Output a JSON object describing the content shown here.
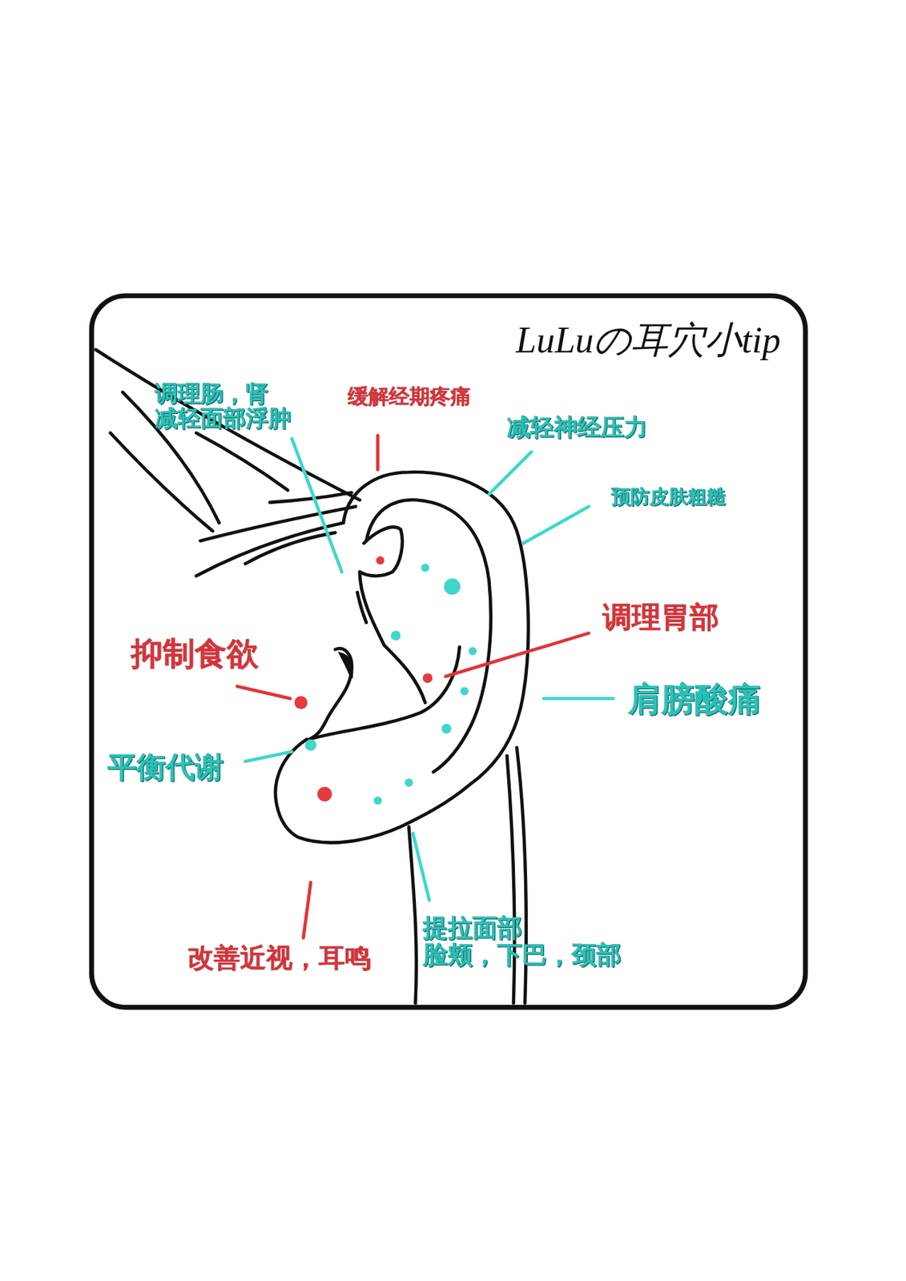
{
  "diagram": {
    "title": "LuLuの耳穴小tip",
    "labels": [
      "调理肠，肾 减轻面部浮肿",
      "缓解经期疼痛",
      "减轻神经压力",
      "预防皮肤粗糙",
      "调理胃部",
      "抑制食欲",
      "肩膀酸痛",
      "平衡代谢",
      "改善近视，耳鸣",
      "提拉面部 脸颊，下巴，颈部"
    ]
  }
}
